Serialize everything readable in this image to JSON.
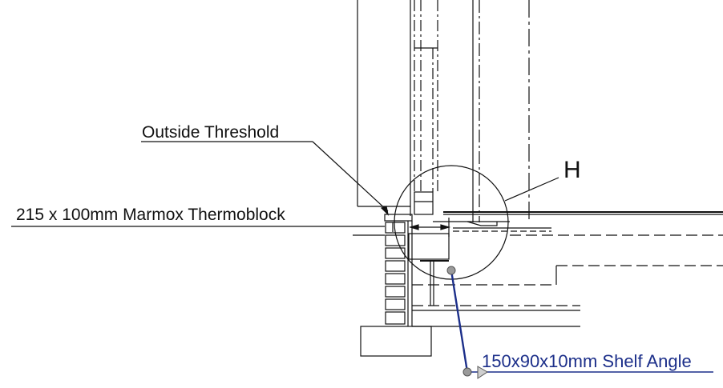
{
  "labels": {
    "outside_threshold": "Outside Threshold",
    "thermoblock": "215 x 100mm Marmox Thermoblock",
    "detail_marker": "H",
    "shelf_angle": "150x90x10mm Shelf Angle"
  },
  "colors": {
    "line": "#111111",
    "selection": "#1c2f8a",
    "grip": "#9a9a9a"
  }
}
